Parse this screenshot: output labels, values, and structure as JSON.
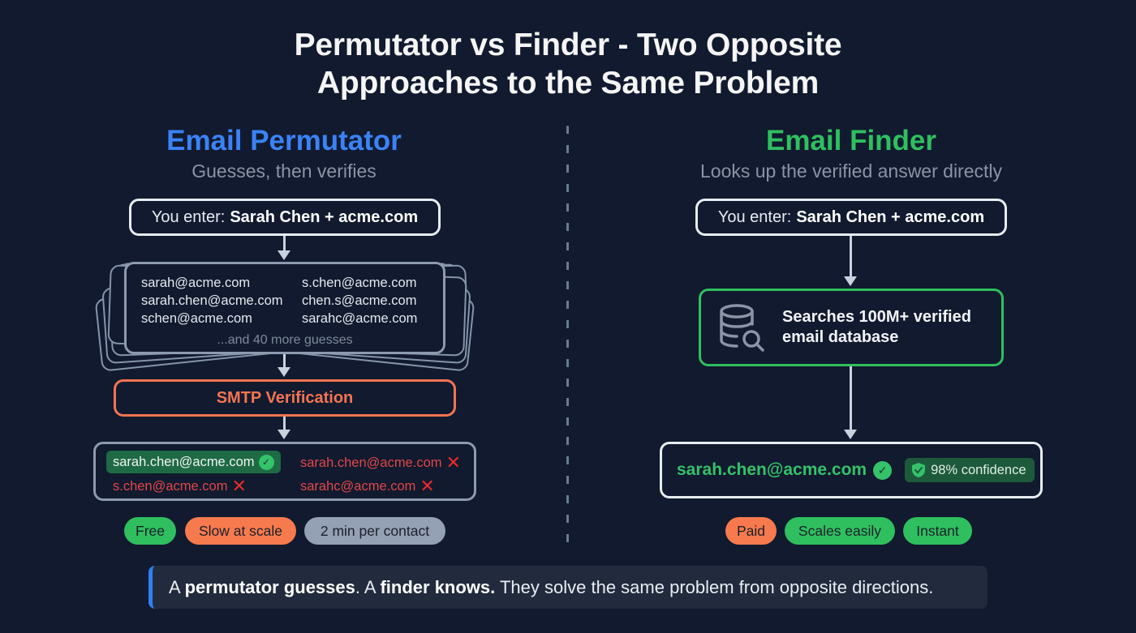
{
  "title": {
    "line1": "Permutator vs Finder - Two Opposite",
    "line2": "Approaches to the Same Problem"
  },
  "colors": {
    "background": "#111a2e",
    "permutator_accent": "#3b82f6",
    "finder_accent": "#2fbf5f",
    "smtp_accent": "#f47452",
    "error_red": "#e0474a",
    "callout_bar": "#2f7ff2"
  },
  "permutator": {
    "title": "Email Permutator",
    "subtitle": "Guesses, then verifies",
    "input": {
      "prefix": "You enter:",
      "value": "Sarah Chen + acme.com"
    },
    "guesses": [
      "sarah@acme.com",
      "s.chen@acme.com",
      "sarah.chen@acme.com",
      "chen.s@acme.com",
      "schen@acme.com",
      "sarahc@acme.com"
    ],
    "more_guesses": "...and 40 more guesses",
    "step": "SMTP Verification",
    "results": [
      {
        "email": "sarah.chen@acme.com",
        "status": "valid",
        "icon": "check-circle-icon"
      },
      {
        "email": "sarah.chen@acme.com",
        "status": "invalid",
        "icon": "x-icon"
      },
      {
        "email": "s.chen@acme.com",
        "status": "invalid",
        "icon": "x-icon"
      },
      {
        "email": "sarahc@acme.com",
        "status": "invalid",
        "icon": "x-icon"
      }
    ],
    "tags": [
      {
        "label": "Free",
        "color": "green"
      },
      {
        "label": "Slow at scale",
        "color": "orange"
      },
      {
        "label": "2 min per contact",
        "color": "gray"
      }
    ]
  },
  "finder": {
    "title": "Email Finder",
    "subtitle": "Looks up the verified answer directly",
    "input": {
      "prefix": "You enter:",
      "value": "Sarah Chen + acme.com"
    },
    "step": {
      "icon": "database-search-icon",
      "line1": "Searches 100M+ verified",
      "line2": "email database"
    },
    "result": {
      "email": "sarah.chen@acme.com",
      "icon": "check-circle-icon",
      "confidence_icon": "shield-check-icon",
      "confidence": "98% confidence"
    },
    "tags": [
      {
        "label": "Paid",
        "color": "orange"
      },
      {
        "label": "Scales easily",
        "color": "green"
      },
      {
        "label": "Instant",
        "color": "green"
      }
    ]
  },
  "callout": {
    "part1": "A ",
    "bold1": "permutator guesses",
    "part2": ". A ",
    "bold2": "finder knows.",
    "part3": " They solve the same problem from opposite directions."
  }
}
